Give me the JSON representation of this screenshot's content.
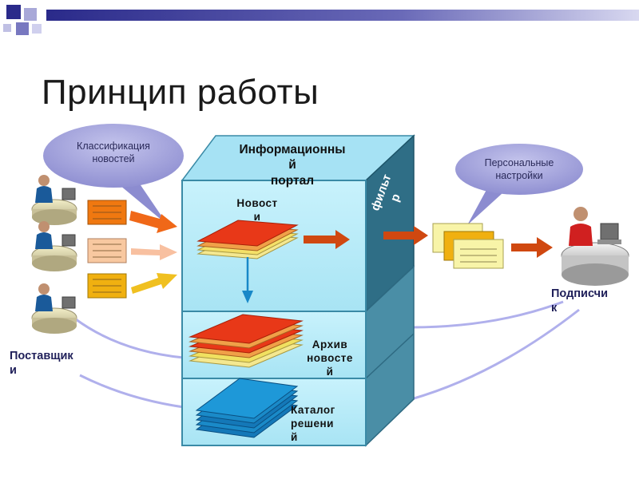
{
  "slide": {
    "title": "Принцип работы"
  },
  "portal": {
    "title_lines": [
      "Информационны",
      "й",
      "портал"
    ],
    "filter_lines": [
      "фильт",
      "р"
    ],
    "news_lines": [
      "Новост",
      "и"
    ],
    "archive_lines": [
      "Архив",
      "новосте",
      "й"
    ],
    "catalog_lines": [
      "Каталог",
      "решени",
      "й"
    ]
  },
  "bubbles": {
    "classification_lines": [
      "Классификация",
      "новостей"
    ],
    "personal_lines": [
      "Персональные",
      "настройки"
    ]
  },
  "actors": {
    "suppliers_lines": [
      "Поставщик",
      "и"
    ],
    "subscribers_lines": [
      "Подписчи",
      "к"
    ]
  },
  "colors": {
    "header_bar": "#2a2a8a",
    "box_face": "#b8ecf8",
    "box_top": "#a6e2f4",
    "box_side": "#2f6e86",
    "box_side_lower": "#4a8ea6",
    "bubble": "#9a9ad8",
    "arrow_red": "#d04810",
    "arrow_blue": "#1888c8",
    "connector": "#b0b0ec"
  },
  "icons": [
    "person-at-desk-icon",
    "document-icon",
    "layer-stack-icon",
    "arrow-icon",
    "speech-bubble-icon"
  ]
}
